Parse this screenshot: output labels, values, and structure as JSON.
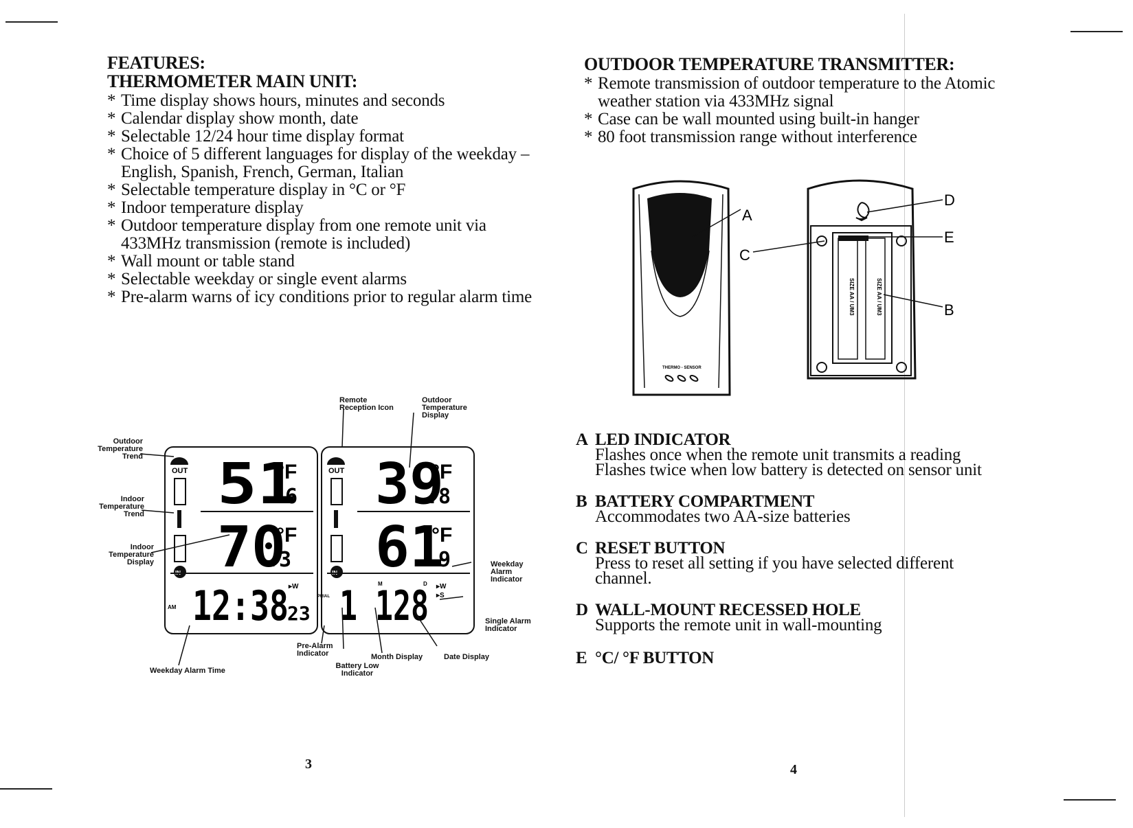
{
  "left": {
    "features_title": "FEATURES:",
    "main_unit_title": "THERMOMETER MAIN UNIT:",
    "bullet": "*",
    "features": [
      "Time display shows hours, minutes and seconds",
      "Calendar display show month, date",
      "Selectable 12/24 hour time display format",
      "Choice of 5 different languages for display of the weekday – English, Spanish, French, German, Italian",
      "Selectable temperature display in °C or °F",
      "Indoor temperature display",
      "Outdoor temperature display from one remote unit via 433MHz transmission (remote is included)",
      "Wall mount or table stand",
      "Selectable weekday or single event alarms",
      "Pre-alarm warns of icy conditions prior to regular alarm time"
    ],
    "page_number": "3"
  },
  "lcd": {
    "left": {
      "out": "OUT",
      "in": "IN",
      "outdoor_int": "51",
      "outdoor_dec": ".6",
      "unit1": "°F",
      "indoor_int": "70",
      "indoor_dec": ".3",
      "unit2": "°F",
      "am": "AM",
      "time": "12:38",
      "seconds": "23",
      "weekday_mark": "▸W"
    },
    "right": {
      "out": "OUT",
      "in": "IN",
      "outdoor_int": "39",
      "outdoor_dec": ".8",
      "unit1": "°F",
      "indoor_int": "61",
      "indoor_dec": ".9",
      "unit2": "°F",
      "prial": "PRIAL",
      "date": "1 128",
      "m": "M",
      "d": "D",
      "w_mark": "▸W",
      "s_mark": "▸S"
    },
    "labels": {
      "outdoor_trend": "Outdoor Temperature Trend",
      "indoor_trend": "Indoor Temperature Trend",
      "indoor_display": "Indoor Temperature Display",
      "weekday_alarm_time": "Weekday Alarm Time",
      "remote_icon": "Remote Reception Icon",
      "outdoor_display": "Outdoor Temperature Display",
      "weekday_alarm_indicator": "Weekday Alarm Indicator",
      "single_alarm_indicator": "Single Alarm Indicator",
      "pre_alarm_indicator": "Pre-Alarm Indicator",
      "battery_low": "Battery Low Indicator",
      "month_display": "Month Display",
      "date_display": "Date Display"
    }
  },
  "right": {
    "title": "OUTDOOR TEMPERATURE TRANSMITTER:",
    "bullet": "*",
    "features": [
      "Remote transmission of outdoor temperature to the Atomic weather station via 433MHz signal",
      "Case can be wall mounted using built-in hanger",
      "80 foot transmission range without interference"
    ],
    "diagram": {
      "A": "A",
      "B": "B",
      "C": "C",
      "D": "D",
      "E": "E",
      "sensor_label": "THERMO - SENSOR",
      "battery1": "SIZE AA / UM3",
      "battery2": "SIZE AA / UM3"
    },
    "items": [
      {
        "letter": "A",
        "title": "LED INDICATOR",
        "desc": [
          "Flashes once when the remote unit transmits a reading",
          "Flashes twice when low battery is detected on sensor unit"
        ]
      },
      {
        "letter": "B",
        "title": "BATTERY COMPARTMENT",
        "desc": [
          "Accommodates two AA-size batteries"
        ]
      },
      {
        "letter": "C",
        "title": "RESET BUTTON",
        "desc": [
          "Press to reset all setting if you have selected different",
          "channel."
        ]
      },
      {
        "letter": "D",
        "title": "WALL-MOUNT RECESSED HOLE",
        "desc": [
          "Supports the remote unit in wall-mounting"
        ]
      },
      {
        "letter": "E",
        "title": "°C/ °F BUTTON",
        "desc": []
      }
    ],
    "page_number": "4"
  }
}
